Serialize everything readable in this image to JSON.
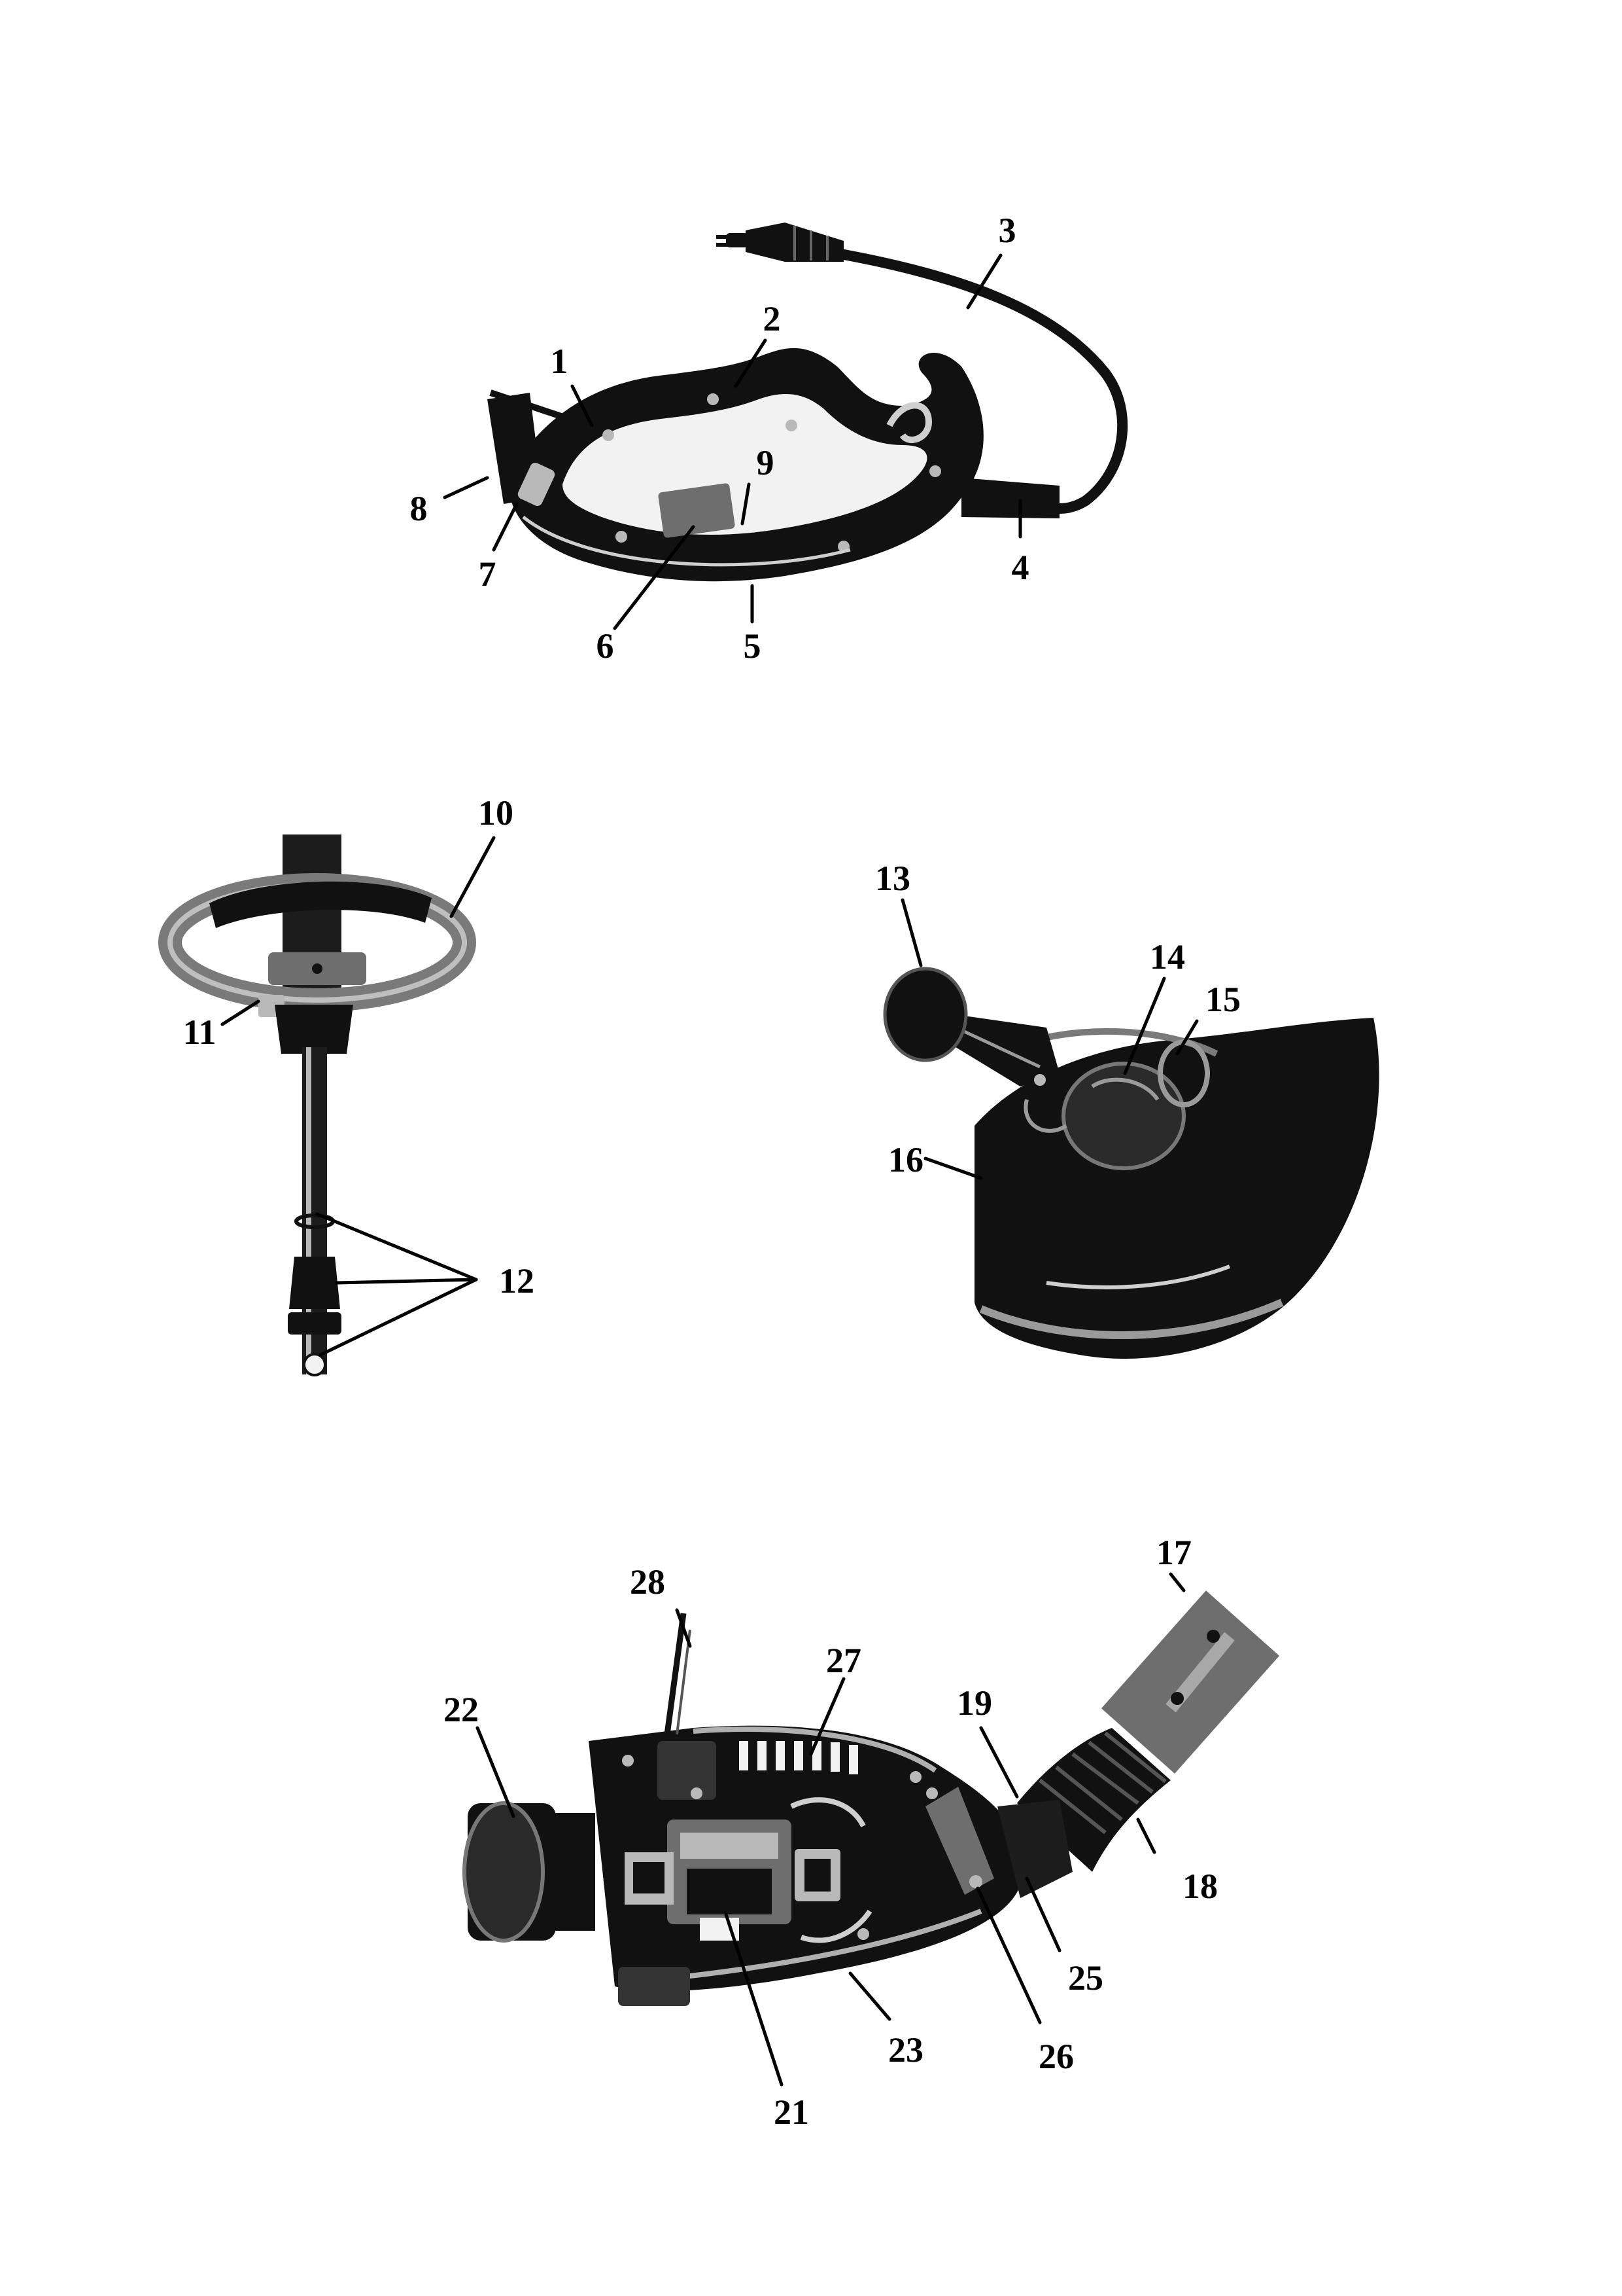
{
  "callouts": [
    {
      "label": "1"
    },
    {
      "label": "2"
    },
    {
      "label": "3"
    },
    {
      "label": "4"
    },
    {
      "label": "5"
    },
    {
      "label": "6"
    },
    {
      "label": "7"
    },
    {
      "label": "8"
    },
    {
      "label": "9"
    },
    {
      "label": "10"
    },
    {
      "label": "11"
    },
    {
      "label": "12"
    },
    {
      "label": "13"
    },
    {
      "label": "14"
    },
    {
      "label": "15"
    },
    {
      "label": "16"
    },
    {
      "label": "17"
    },
    {
      "label": "18"
    },
    {
      "label": "19"
    },
    {
      "label": "21"
    },
    {
      "label": "22"
    },
    {
      "label": "23"
    },
    {
      "label": "25"
    },
    {
      "label": "26"
    },
    {
      "label": "27"
    },
    {
      "label": "28"
    }
  ],
  "figures": [
    {
      "part": "handle-assembly-with-cord"
    },
    {
      "part": "auxiliary-loop-handle-and-shaft"
    },
    {
      "part": "guard-with-spacer-wheel"
    },
    {
      "part": "motor-housing-interior"
    }
  ]
}
